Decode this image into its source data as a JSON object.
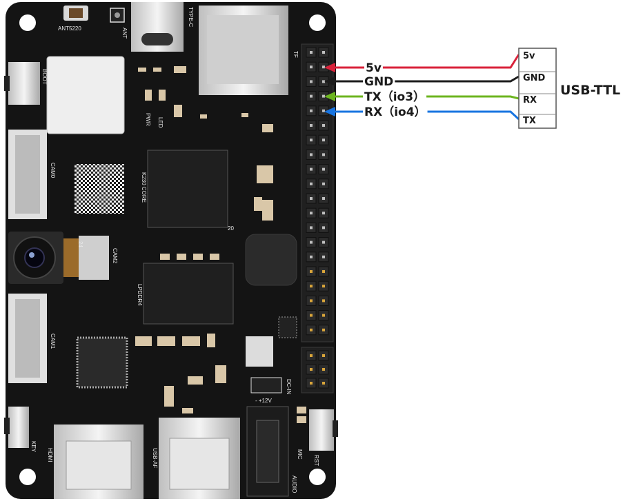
{
  "board": {
    "silkscreen": {
      "ant5220": "ANT5220",
      "ant": "ANT",
      "typec": "TYPE-C",
      "tf": "TF",
      "boot": "BOOT",
      "pwr": "PWR",
      "led": "LED",
      "cam0": "CAM0",
      "k230": "K230 CORE",
      "cam2": "CAM2",
      "cam2_num": "24",
      "lpddr4": "LPDDR4",
      "cam1": "CAM1",
      "dcin": "DC-IN",
      "v12": "- +12V",
      "hdmi": "HDMI",
      "key": "KEY",
      "usbaf": "USB-AF",
      "mic": "MIC",
      "rst": "RST",
      "audio": "AUDIO",
      "pin20": "20"
    }
  },
  "wires": [
    {
      "label": "5v",
      "color": "#d9223a",
      "target": "5v"
    },
    {
      "label": "GND",
      "color": "#1b1b1b",
      "target": "GND"
    },
    {
      "label": "TX（io3）",
      "color": "#6cb51f",
      "target": "RX"
    },
    {
      "label": "RX（io4）",
      "color": "#1874e0",
      "target": "TX"
    }
  ],
  "usb_ttl": {
    "title": "USB-TTL",
    "pins": [
      "5v",
      "GND",
      "RX",
      "TX"
    ]
  }
}
